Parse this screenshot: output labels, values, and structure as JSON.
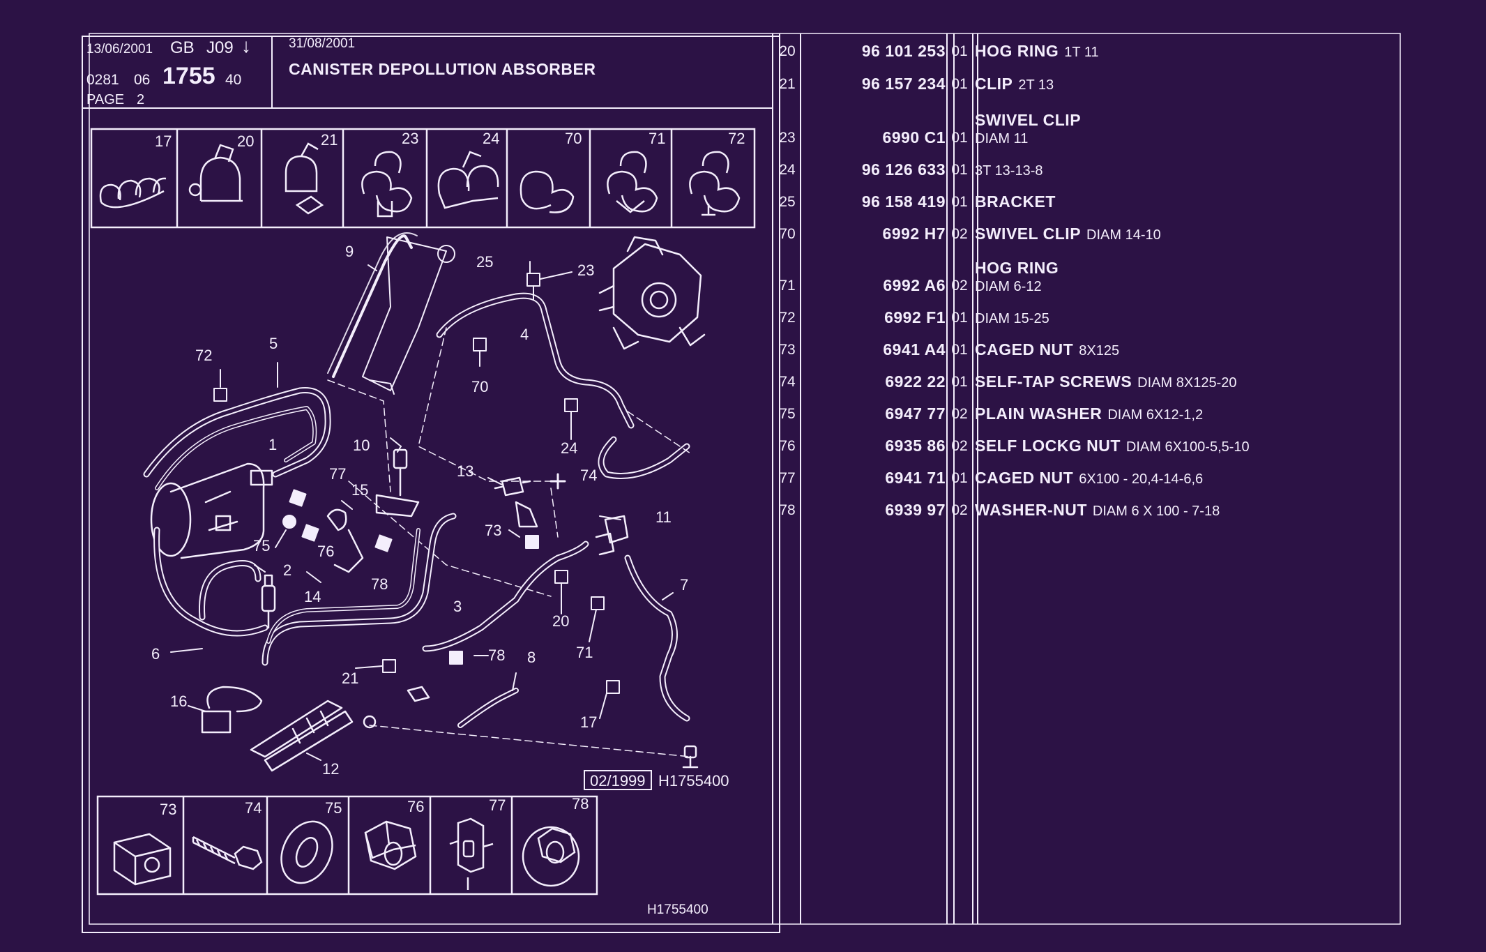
{
  "header": {
    "date_left": "13/06/2001",
    "lang": "GB",
    "code": "J09",
    "arrow": "↓",
    "ref_prefix": "0281",
    "ref_group": "06",
    "ref_number": "1755",
    "ref_suffix": "40",
    "page_label": "PAGE",
    "page_number": "2",
    "date_right": "31/08/2001",
    "title": "CANISTER DEPOLLUTION ABSORBER"
  },
  "thumbnails_top": [
    "17",
    "20",
    "21",
    "23",
    "24",
    "70",
    "71",
    "72"
  ],
  "thumbnails_bottom": [
    "73",
    "74",
    "75",
    "76",
    "77",
    "78"
  ],
  "callouts": [
    "9",
    "25",
    "23",
    "72",
    "5",
    "4",
    "70",
    "1",
    "10",
    "24",
    "77",
    "15",
    "13",
    "74",
    "75",
    "76",
    "78",
    "73",
    "11",
    "2",
    "14",
    "3",
    "20",
    "7",
    "71",
    "6",
    "21",
    "78",
    "8",
    "16",
    "17",
    "12"
  ],
  "drawing_date": "02/1999",
  "drawing_id": "H1755400",
  "footer_id": "H1755400",
  "parts": [
    {
      "pos": "20",
      "ref": "96 101 253",
      "qty": "01",
      "name": "HOG RING",
      "spec": "1T 11",
      "group": ""
    },
    {
      "pos": "21",
      "ref": "96 157 234",
      "qty": "01",
      "name": "CLIP",
      "spec": "2T 13",
      "group": ""
    },
    {
      "pos": "23",
      "ref": "6990 C1",
      "qty": "01",
      "name": "",
      "spec": "DIAM 11",
      "group": "SWIVEL CLIP"
    },
    {
      "pos": "24",
      "ref": "96 126 633",
      "qty": "01",
      "name": "",
      "spec": "3T 13-13-8",
      "group": ""
    },
    {
      "pos": "25",
      "ref": "96 158 419",
      "qty": "01",
      "name": "BRACKET",
      "spec": "",
      "group": ""
    },
    {
      "pos": "70",
      "ref": "6992 H7",
      "qty": "02",
      "name": "SWIVEL CLIP",
      "spec": "DIAM 14-10",
      "group": ""
    },
    {
      "pos": "71",
      "ref": "6992 A6",
      "qty": "02",
      "name": "",
      "spec": "DIAM 6-12",
      "group": "HOG RING"
    },
    {
      "pos": "72",
      "ref": "6992 F1",
      "qty": "01",
      "name": "",
      "spec": "DIAM 15-25",
      "group": ""
    },
    {
      "pos": "73",
      "ref": "6941 A4",
      "qty": "01",
      "name": "CAGED NUT",
      "spec": "8X125",
      "group": ""
    },
    {
      "pos": "74",
      "ref": "6922 22",
      "qty": "01",
      "name": "SELF-TAP SCREWS",
      "spec": "DIAM 8X125-20",
      "group": ""
    },
    {
      "pos": "75",
      "ref": "6947 77",
      "qty": "02",
      "name": "PLAIN WASHER",
      "spec": "DIAM 6X12-1,2",
      "group": ""
    },
    {
      "pos": "76",
      "ref": "6935 86",
      "qty": "02",
      "name": "SELF LOCKG NUT",
      "spec": "DIAM 6X100-5,5-10",
      "group": ""
    },
    {
      "pos": "77",
      "ref": "6941 71",
      "qty": "01",
      "name": "CAGED NUT",
      "spec": "6X100 - 20,4-14-6,6",
      "group": ""
    },
    {
      "pos": "78",
      "ref": "6939 97",
      "qty": "02",
      "name": "WASHER-NUT",
      "spec": "DIAM 6 X 100 - 7-18",
      "group": ""
    }
  ],
  "colors": {
    "background": "#2c1245",
    "ink": "#f4eefc"
  }
}
